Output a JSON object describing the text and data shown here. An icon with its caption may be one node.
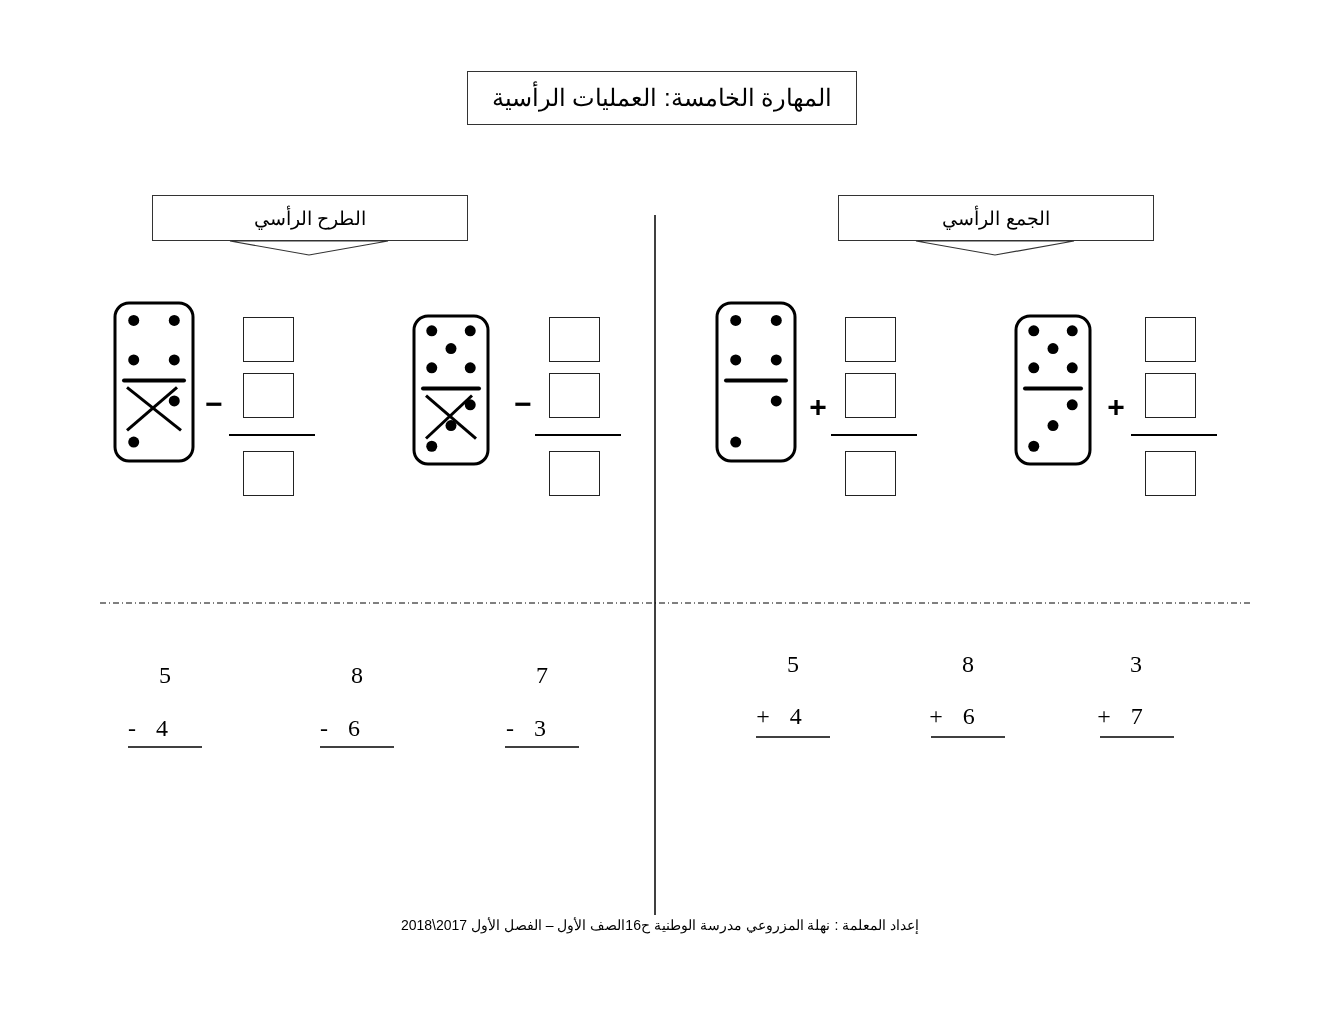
{
  "diagram": {
    "title": "المهارة الخامسة: العمليات الرأسية",
    "nodes": [
      {
        "text": [
          "الجمع الرأسي"
        ]
      },
      {
        "text": [
          "الطرح الرأسي"
        ]
      }
    ],
    "edges": [
      {
        "from": 0,
        "to": null,
        "arrow": "to"
      },
      {
        "from": 1,
        "to": null,
        "arrow": "to"
      }
    ],
    "labels": [
      "+",
      "+",
      "−",
      "−",
      "3",
      "+ 7",
      "8",
      "+ 6",
      "5",
      "+ 4",
      "7",
      "- 3",
      "8",
      "- 6",
      "5",
      "- 4"
    ],
    "caption": "إعداد المعلمة : نهلة المزروعي مدرسة الوطنية ح16الصف الأول – الفصل الأول 2017\\2018"
  }
}
